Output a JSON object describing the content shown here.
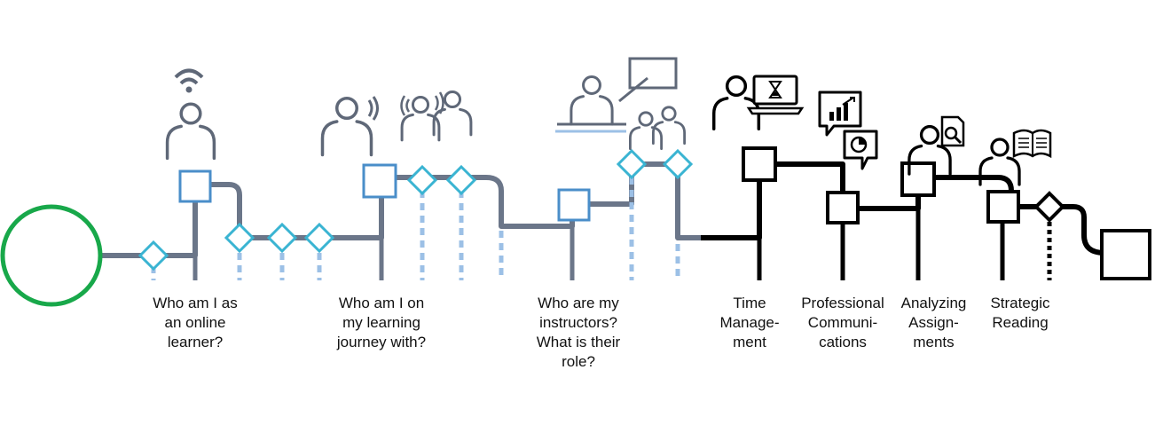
{
  "colors": {
    "start_ring": "#18a84a",
    "track_gray": "#6b7689",
    "track_black": "#000000",
    "milestone_blue": "#4a8ec9",
    "diamond_teal": "#3ab4d2",
    "dash_light": "#9cc0e6",
    "icon_gray": "#5f6878",
    "icon_black": "#000000"
  },
  "steps": [
    {
      "lines": [
        "Who am I as",
        "an online",
        "learner?"
      ],
      "icon": "wifi-learner-icon"
    },
    {
      "lines": [
        "Who am I on",
        "my learning",
        "journey with?"
      ],
      "icon": "peers-talking-icon"
    },
    {
      "lines": [
        "Who are my",
        "instructors?",
        "What is their",
        "role?"
      ],
      "icon": "instructor-board-icon"
    },
    {
      "lines": [
        "Time",
        "Manage-",
        "ment"
      ],
      "icon": "person-laptop-hourglass-icon"
    },
    {
      "lines": [
        "Professional",
        "Communi-",
        "cations"
      ],
      "icon": "chat-chart-icon"
    },
    {
      "lines": [
        "Analyzing",
        "Assign-",
        "ments"
      ],
      "icon": "person-document-search-icon"
    },
    {
      "lines": [
        "Strategic",
        "Reading"
      ],
      "icon": "person-book-icon"
    }
  ]
}
